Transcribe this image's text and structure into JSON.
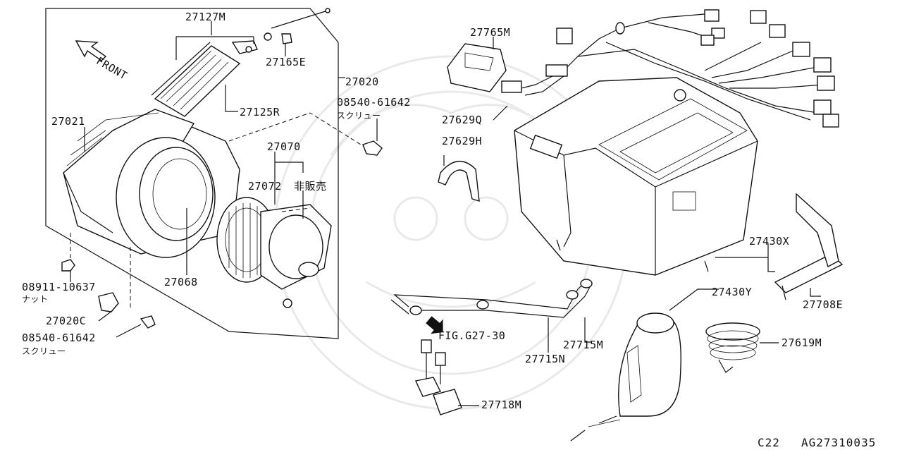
{
  "labels": {
    "p27127M": "27127M",
    "p27165E": "27165E",
    "front": "FRONT",
    "p27020": "27020",
    "s08540_top": "08540-61642",
    "screw_top": "スクリュー",
    "p27021": "27021",
    "p27125R": "27125R",
    "p27070": "27070",
    "p27072": "27072",
    "not_sold": "非販売",
    "p27068": "27068",
    "n08911": "08911-10637",
    "nut": "ナット",
    "p27020C": "27020C",
    "s08540_bottom": "08540-61642",
    "screw_bottom": "スクリュー",
    "p27765M": "27765M",
    "p27629Q": "27629Q",
    "p27629H": "27629H",
    "p27430X": "27430X",
    "p27430Y": "27430Y",
    "p27708E": "27708E",
    "fig_ref": "FIG.G27-30",
    "p27715M": "27715M",
    "p27715N": "27715N",
    "p27619M": "27619M",
    "p27718M": "27718M",
    "code_c22": "C22",
    "code_ag": "AG27310035"
  }
}
